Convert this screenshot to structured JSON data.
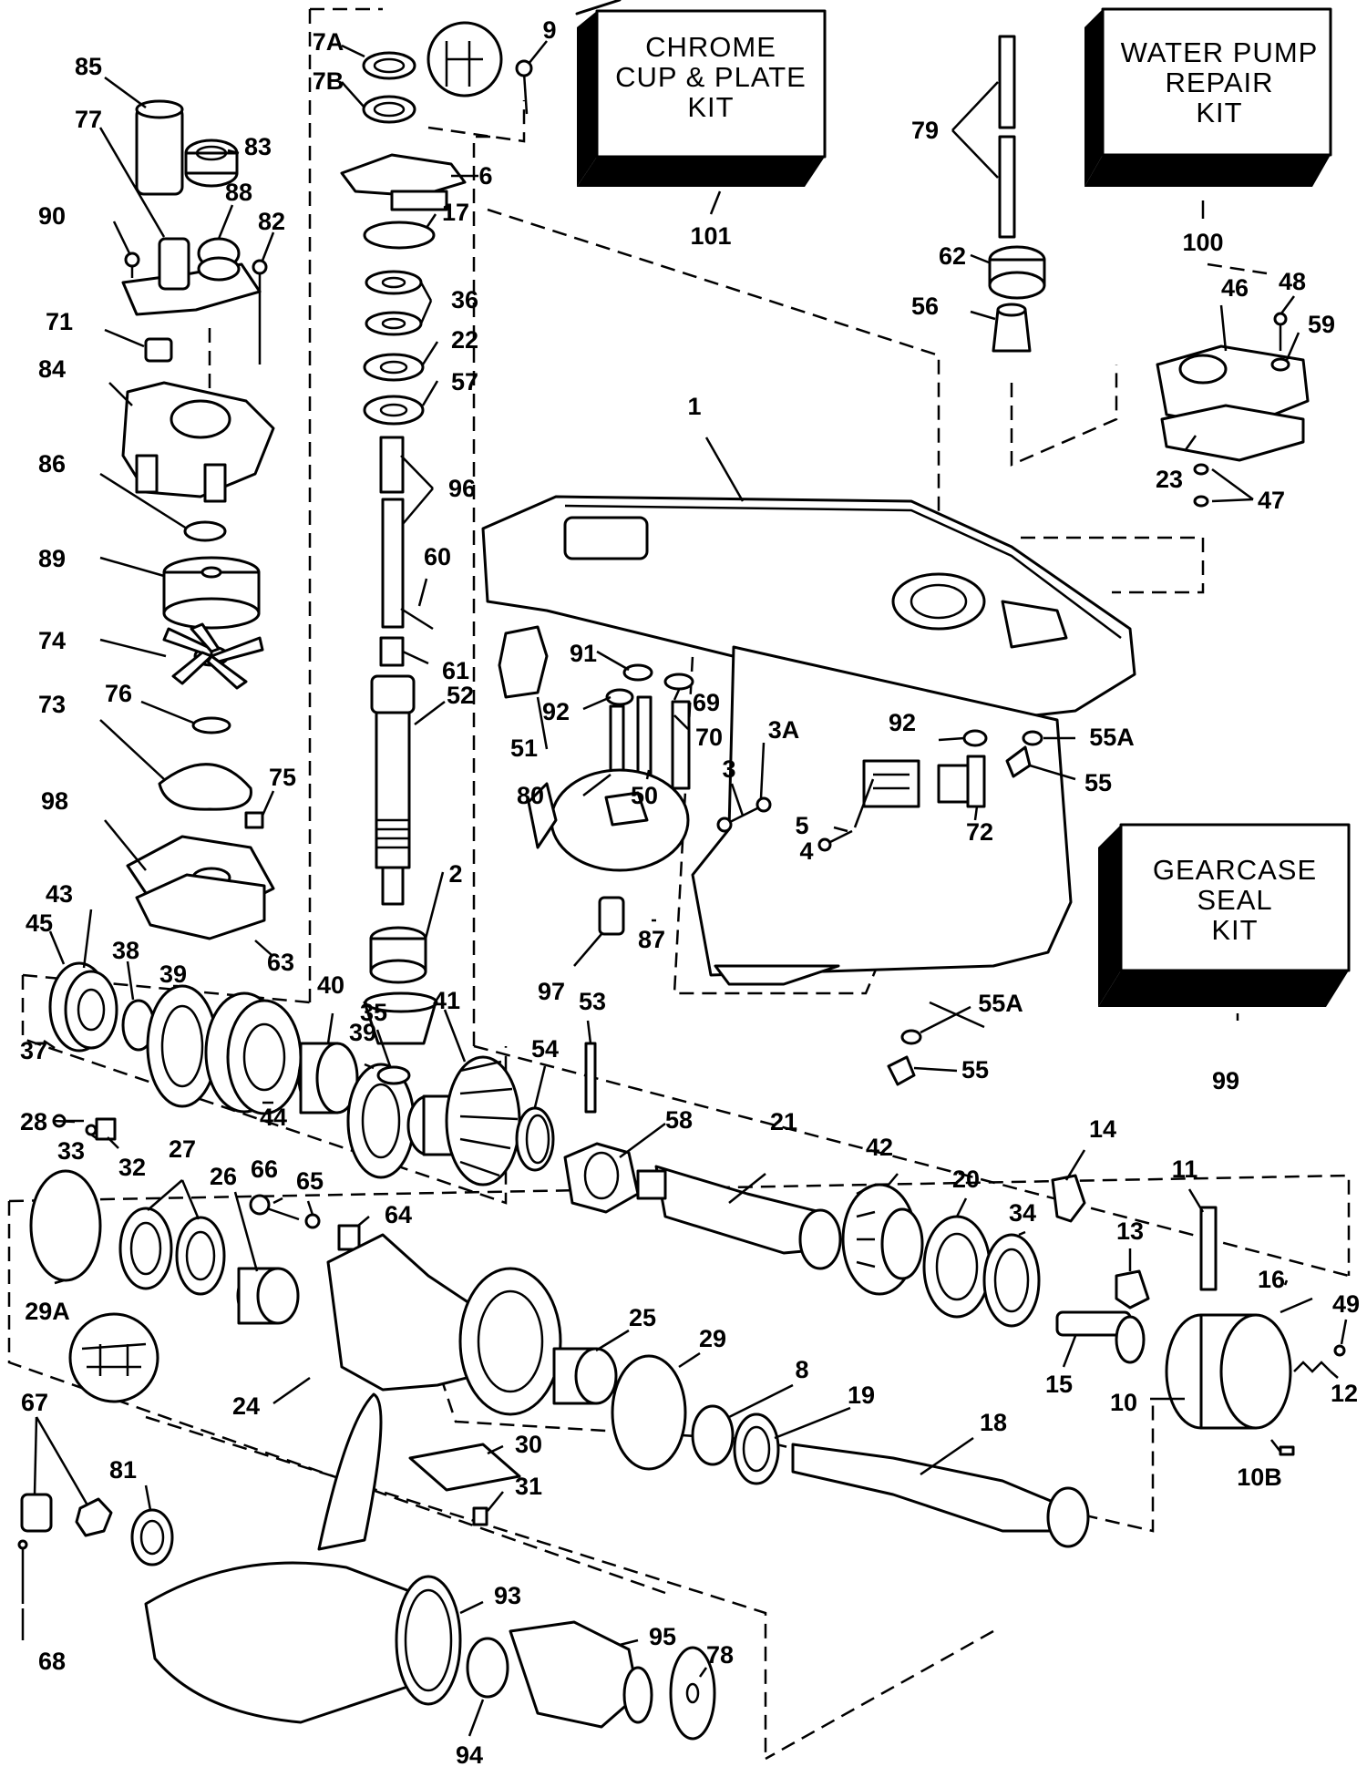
{
  "kits": {
    "chrome": [
      "CHROME",
      "CUP & PLATE",
      "KIT"
    ],
    "waterpump": [
      "WATER PUMP",
      "REPAIR",
      "KIT"
    ],
    "gearcase": [
      "GEARCASE",
      "SEAL",
      "KIT"
    ]
  },
  "labels": {
    "l85": "85",
    "l77": "77",
    "l83": "83",
    "l90": "90",
    "l88": "88",
    "l82": "82",
    "l71": "71",
    "l84": "84",
    "l86": "86",
    "l89": "89",
    "l74": "74",
    "l76": "76",
    "l73": "73",
    "l75": "75",
    "l98": "98",
    "l43": "43",
    "l45": "45",
    "l38": "38",
    "l39a": "39",
    "l63": "63",
    "l37": "37",
    "l44": "44",
    "l40": "40",
    "l39b": "39",
    "l35": "35",
    "l41": "41",
    "l28": "28",
    "l33": "33",
    "l32": "32",
    "l27": "27",
    "l26": "26",
    "l66": "66",
    "l65": "65",
    "l64": "64",
    "l29A": "29A",
    "l24": "24",
    "l67": "67",
    "l81": "81",
    "l68": "68",
    "l93": "93",
    "l94": "94",
    "l95": "95",
    "l78": "78",
    "l7A": "7A",
    "l7B": "7B",
    "l9": "9",
    "l6": "6",
    "l17": "17",
    "l36": "36",
    "l22": "22",
    "l57": "57",
    "l96": "96",
    "l60": "60",
    "l61": "61",
    "l52": "52",
    "l2": "2",
    "l101": "101",
    "l79": "79",
    "l62": "62",
    "l56": "56",
    "l100": "100",
    "l46": "46",
    "l48": "48",
    "l59": "59",
    "l23": "23",
    "l47": "47",
    "l1": "1",
    "l91": "91",
    "l69": "69",
    "l92a": "92",
    "l70": "70",
    "l51": "51",
    "l50": "50",
    "l80": "80",
    "l3": "3",
    "l3A": "3A",
    "l92b": "92",
    "l55Aa": "55A",
    "l55a": "55",
    "l5": "5",
    "l4": "4",
    "l72": "72",
    "l87": "87",
    "l97": "97",
    "l53": "53",
    "l54": "54",
    "l55Ab": "55A",
    "l55b": "55",
    "l99": "99",
    "l58": "58",
    "l21": "21",
    "l42": "42",
    "l20": "20",
    "l34": "34",
    "l14": "14",
    "l11": "11",
    "l13": "13",
    "l16": "16",
    "l49": "49",
    "l12": "12",
    "l15": "15",
    "l10": "10",
    "l10B": "10B",
    "l25": "25",
    "l29": "29",
    "l8": "8",
    "l19": "19",
    "l18": "18",
    "l30": "30",
    "l31": "31"
  }
}
